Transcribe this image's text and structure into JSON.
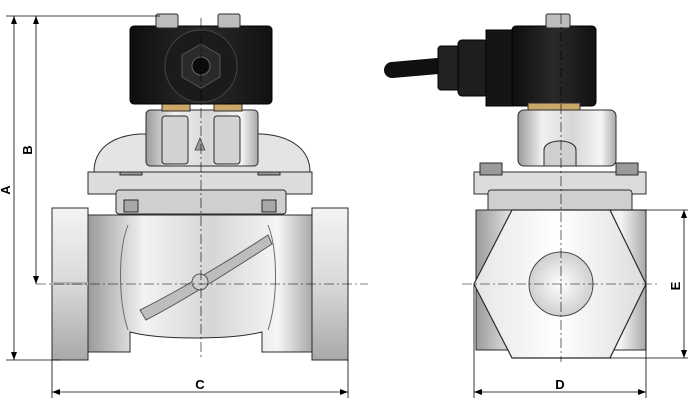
{
  "dimensions": {
    "a": "A",
    "b": "B",
    "c": "C",
    "d": "D",
    "e": "E"
  },
  "colors": {
    "coil": "#1c1c1c",
    "metal_light": "#e9e9e9",
    "metal_mid": "#c8c8c8",
    "metal_dark": "#8f8f8f",
    "brass": "#c9a86a",
    "cable": "#101010"
  }
}
